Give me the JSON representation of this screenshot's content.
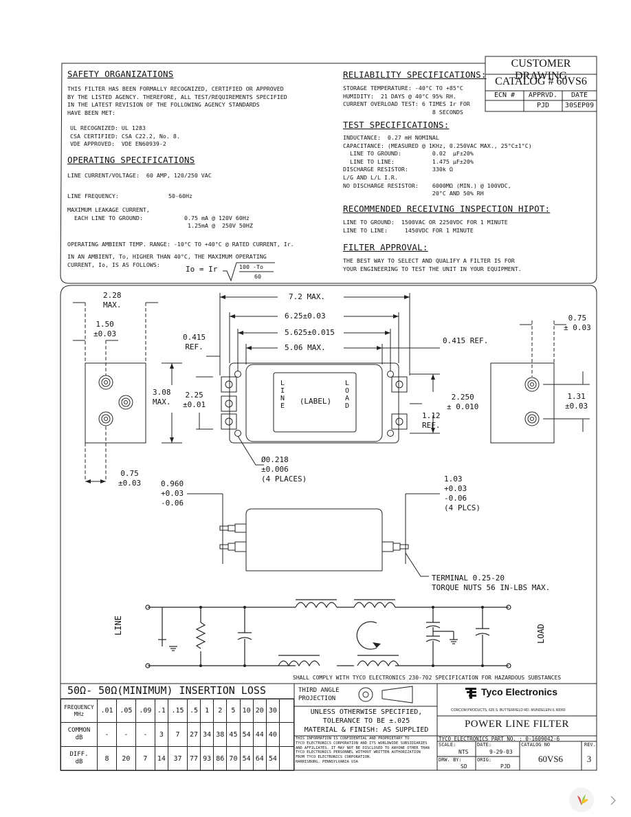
{
  "title_box": {
    "title": "CUSTOMER DRAWING",
    "catalog": "CATALOG # 60VS6",
    "headers": [
      "ECN #",
      "APPRVD.",
      "DATE"
    ],
    "values": [
      "",
      "PJD",
      "30SEP09"
    ]
  },
  "safety": {
    "heading": "SAFETY ORGANIZATIONS",
    "body": "THIS FILTER HAS BEEN FORMALLY RECOGNIZED, CERTIFIED OR APPROVED\nBY THE LISTED AGENCY. THEREFORE, ALL TEST/REQUIREMENTS SPECIFIED\nIN THE LATEST REVISION OF THE FOLLOWING AGENCY STANDARDS\nHAVE BEEN MET:",
    "agencies": "UL RECOGNIZED: UL 1283\nCSA CERTIFIED: CSA C22.2, No. 8.\nVDE APPROVED:  VDE EN60939-2"
  },
  "operating": {
    "heading": "OPERATING SPECIFICATIONS",
    "line_current": "LINE CURRENT/VOLTAGE:  60 AMP, 120/250 VAC",
    "line_freq_label": "LINE FREQUENCY:",
    "line_freq_value": "50-60Hz",
    "leakage_label": "MAXIMUM LEAKAGE CURRENT,\n  EACH LINE TO GROUND:",
    "leakage_value_1": "0.75 mA @ 120V 60Hz",
    "leakage_value_2": "1.25mA @  250V 50HZ",
    "ambient": "OPERATING AMBIENT TEMP. RANGE: -10°C TO +40°C @ RATED CURRENT, Ir.",
    "derate": "IN AN AMBIENT, To, HIGHER THAN 40°C, THE MAXIMUM OPERATING\nCURRENT, Io, IS AS FOLLOWS:",
    "formula_left": "Io = Ir",
    "formula_num": "100 -To",
    "formula_den": "60"
  },
  "reliability": {
    "heading": "RELIABILITY SPECIFICATIONS:",
    "body": "STORAGE TEMPERATURE: -40°C TO +85°C\nHUMIDITY:  21 DAYS @ 40°C 95% RH.\nCURRENT OVERLOAD TEST: 6 TIMES Ir FOR\n                          8 SECONDS"
  },
  "test": {
    "heading": "TEST SPECIFICATIONS:",
    "body": "INDUCTANCE:  0.27 mH NOMINAL\nCAPACITANCE: (MEASURED @ 1KHz, 0.250VAC MAX., 25°C±1°C)\n  LINE TO GROUND:         0.02  µF±20%\n  LINE TO LINE:           1.475 µF±20%\nDISCHARGE RESISTOR:       330k Ω\nL/G AND L/L I.R.\nNO DISCHARGE RESISTOR:    6000MΩ (MIN.) @ 100VDC,\n                          20°C AND 50% RH"
  },
  "hipot": {
    "heading": "RECOMMENDED RECEIVING INSPECTION HIPOT:",
    "body": "LINE TO GROUND:  1500VAC OR 2250VDC FOR 1 MINUTE\nLINE TO LINE:     1450VDC FOR 1 MINUTE"
  },
  "approval": {
    "heading": "FILTER APPROVAL:",
    "body": "THE BEST WAY TO SELECT AND QUALIFY A FILTER IS FOR\nYOUR ENGINEERING TO TEST THE UNIT IN YOUR EQUIPMENT."
  },
  "dimensions": {
    "d228": "2.28\nMAX.",
    "d150": "1.50\n±0.03",
    "d0415_left": "0.415\nREF.",
    "d308": "3.08\nMAX.",
    "d225": "2.25\n±0.01",
    "d072": "7.2 MAX.",
    "d625": "6.25±0.03",
    "d5625": "5.625±0.015",
    "d506": "5.06 MAX.",
    "d0415_right": "0.415 REF.",
    "d075_right": "0.75\n± 0.03",
    "d2250": "2.250\n± 0.010",
    "d112": "1.12\nREF.",
    "d131": "1.31\n±0.03",
    "d075_left": "0.75\n±0.03",
    "hole": "Ø0.218\n±0.006\n(4 PLACES)",
    "d0960": "0.960\n+0.03\n-0.06",
    "d103": "1.03\n+0.03\n-0.06\n(4 PLCS)",
    "terminal": "TERMINAL 0.25-20\nTORQUE NUTS 56 IN-LBS MAX."
  },
  "label": {
    "line_letters": [
      "L",
      "I",
      "N",
      "E"
    ],
    "center": "(LABEL)",
    "load_letters": [
      "L",
      "O",
      "A",
      "D"
    ]
  },
  "schematic": {
    "line": "LINE",
    "load": "LOAD",
    "compliance": "SHALL COMPLY WITH TYCO ELECTRONICS 230-702 SPECIFICATION FOR HAZARDOUS SUBSTANCES"
  },
  "insertion_loss": {
    "title": "50Ω- 50Ω(MINIMUM) INSERTION LOSS",
    "rows": [
      {
        "label": "FREQUENCY\nMHz",
        "values": [
          ".01",
          ".05",
          ".09",
          ".1",
          ".15",
          ".5",
          "1",
          "2",
          "5",
          "10",
          "20",
          "30"
        ]
      },
      {
        "label": "COMMON\ndB",
        "values": [
          "-",
          "-",
          "-",
          "3",
          "7",
          "27",
          "34",
          "38",
          "45",
          "54",
          "44",
          "40"
        ]
      },
      {
        "label": "DIFF.\ndB",
        "values": [
          "8",
          "20",
          "7",
          "14",
          "37",
          "77",
          "93",
          "86",
          "70",
          "54",
          "64",
          "54"
        ]
      }
    ]
  },
  "title_block": {
    "projection": "THIRD ANGLE\nPROJECTION",
    "tolerance": "UNLESS OTHERWISE SPECIFIED,\nTOLERANCE TO BE ±.025\nMATERIAL & FINISH: AS SUPPLIED",
    "confidential": "THIS INFORMATION IS CONFIDENTIAL AND PROPRIETARY TO\nTYCO ELECTRONICS CORPORATION AND ITS WORLDWIDE SUBSIDIARIES\nAND AFFILIATES. IT MAY NOT BE DISCLOSED TO ANYONE OTHER THAN\nTYCO ELECTRONICS PERSONNEL WITHOUT WRITTEN AUTHORIZATION\nFROM TYCO ELECTRONICS CORPORATION.\nHARRISBURG, PENNSYLVANIA USA",
    "company": "Tyco Electronics",
    "address": "CORCOM PRODUCTS, 620 S. BUTTERFIELD RD. MUNDELEIN IL 60060",
    "product": "POWER LINE FILTER",
    "part_no": "TYCO ELECTRONICS PART NO. : 0-1609042-6",
    "scale_label": "SCALE:",
    "scale": "NTS",
    "date_label": "DATE:",
    "date": "9-29-03",
    "catalog_label": "CATALOG NO",
    "catalog": "60VS6",
    "rev_label": "REV.",
    "rev": "3",
    "drw_label": "DRW. BY:",
    "drw": "SD",
    "orig_label": "ORIG:",
    "orig": "PJD"
  }
}
